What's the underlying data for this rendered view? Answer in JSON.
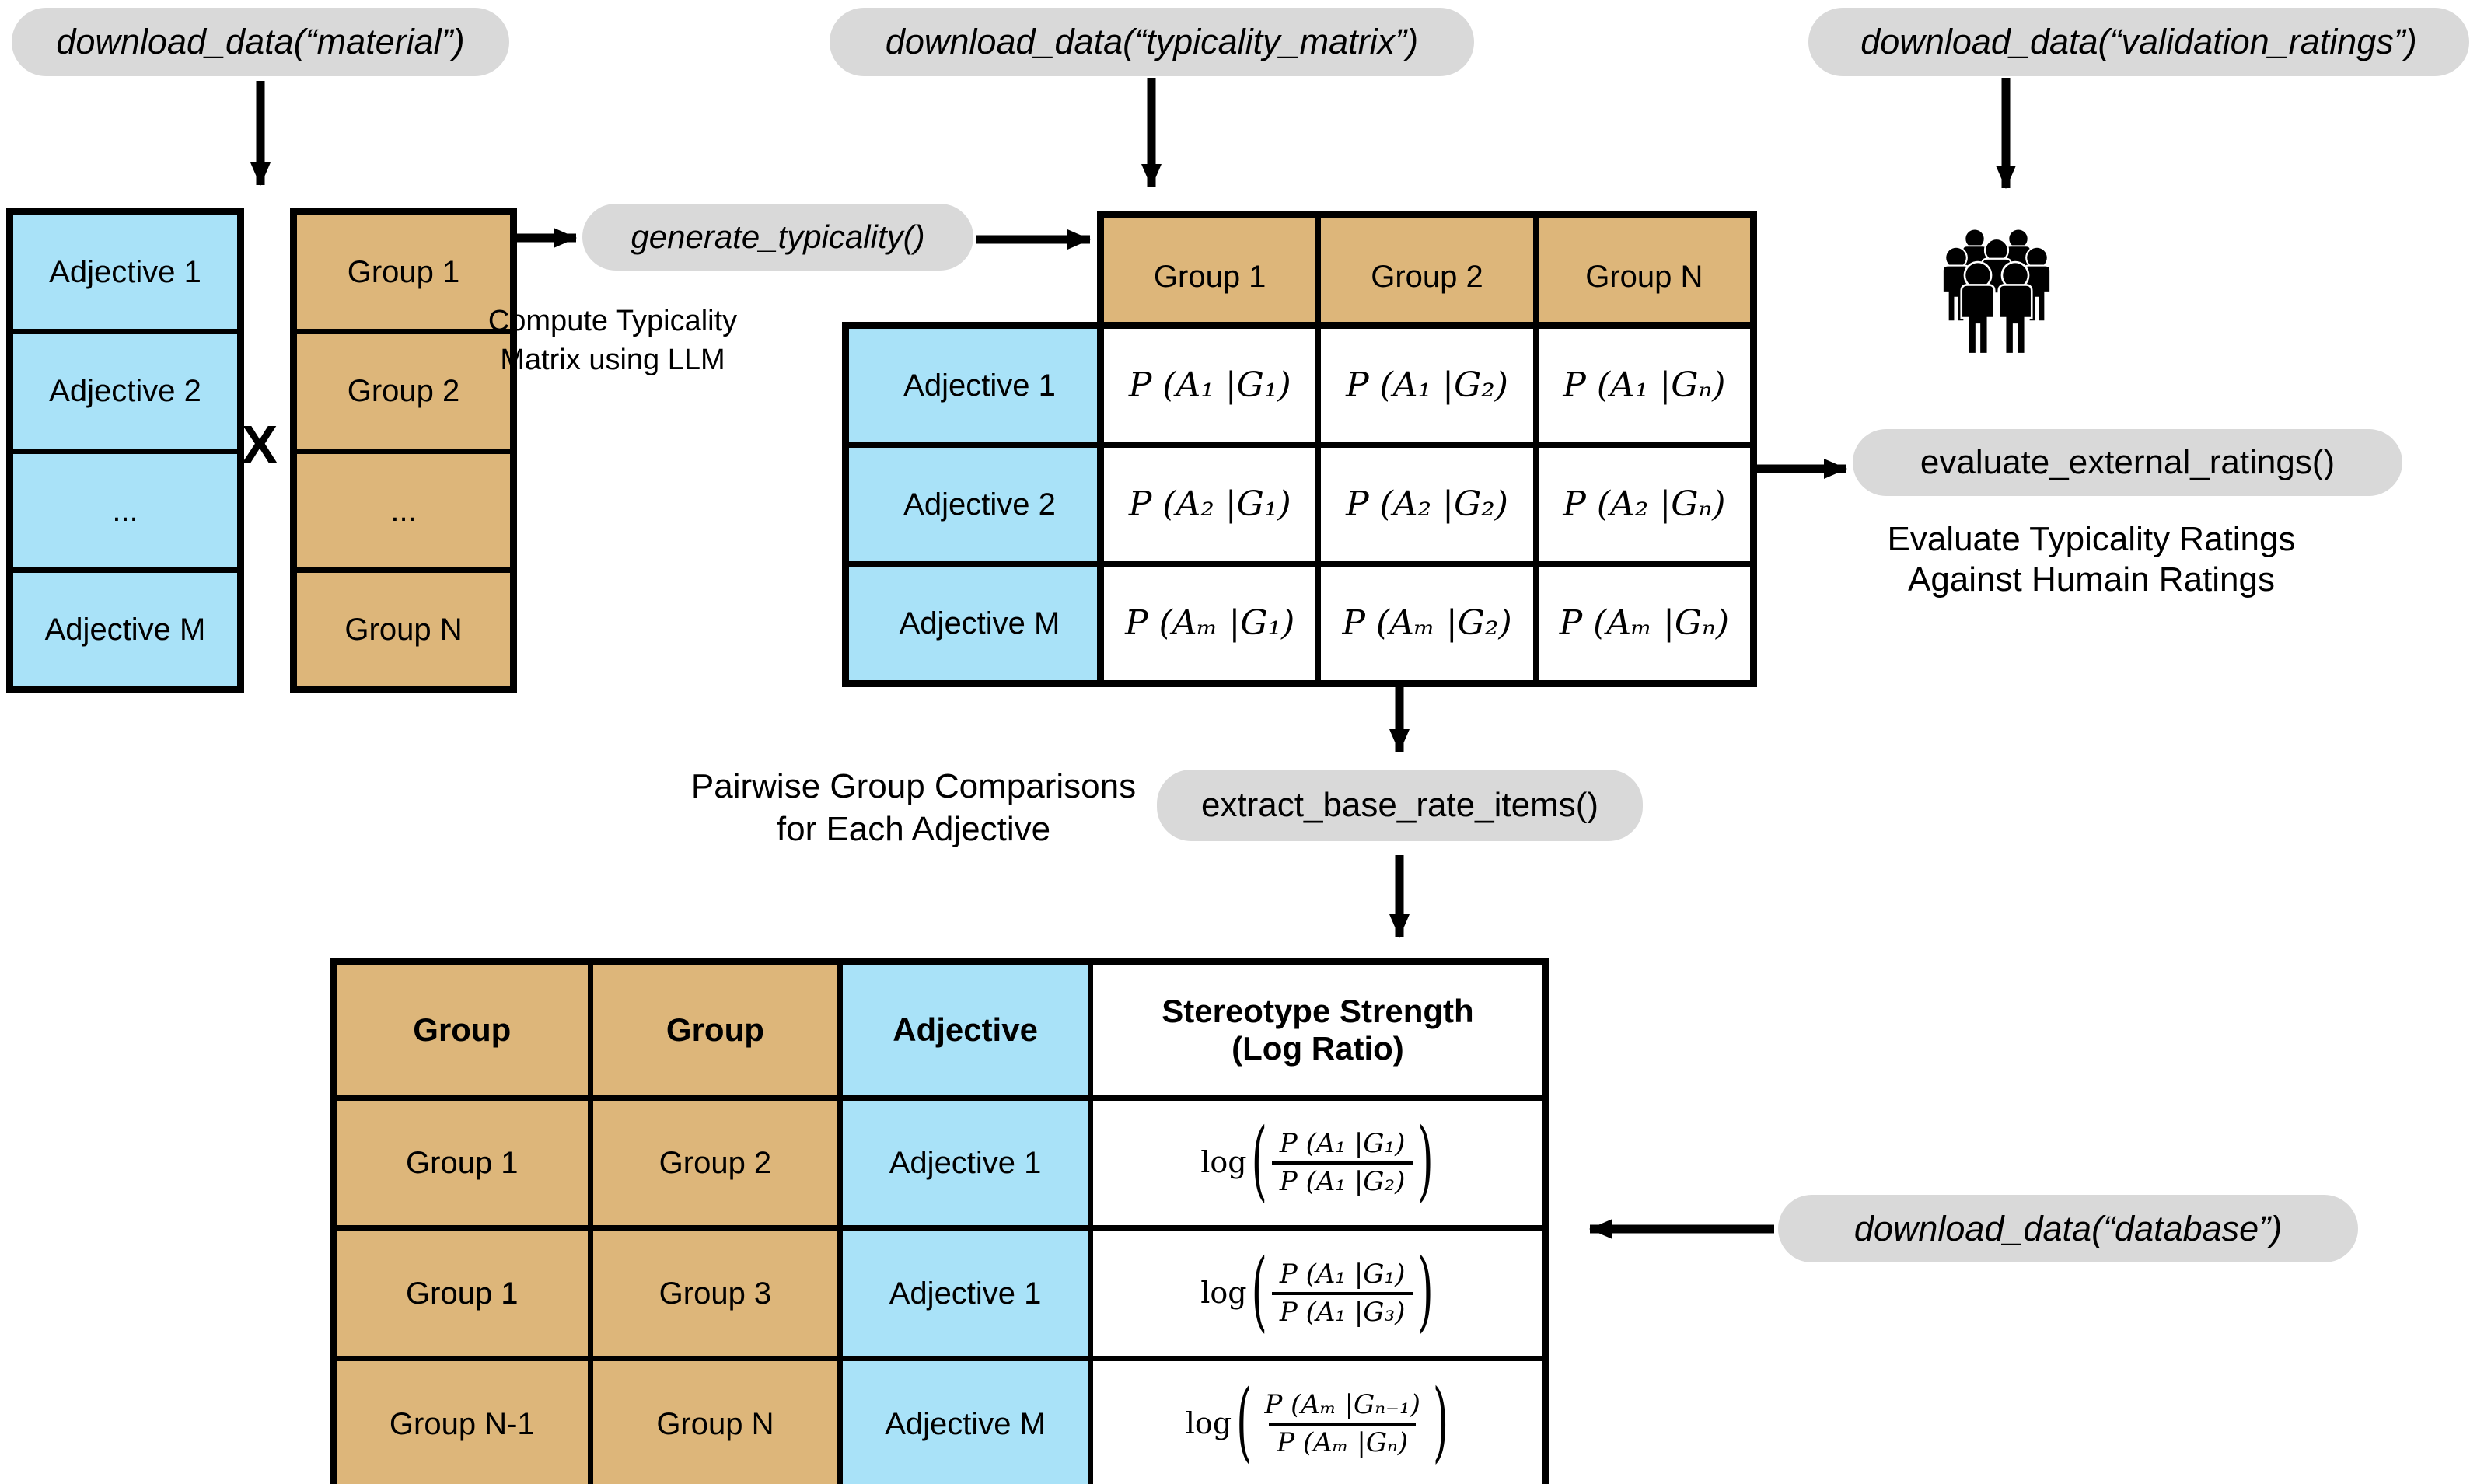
{
  "colors": {
    "tan": "#DDB67A",
    "blue": "#A9E2F8",
    "pill": "#D9D9D9",
    "ink": "#000000"
  },
  "pills": {
    "download_material": {
      "label": "download_data(“material”)"
    },
    "download_typicality_matrix": {
      "label": "download_data(“typicality_matrix”)"
    },
    "download_validation_ratings": {
      "label": "download_data(“validation_ratings”)"
    },
    "generate_typicality": {
      "label": "generate_typicality()"
    },
    "evaluate_external_ratings": {
      "label": "evaluate_external_ratings()"
    },
    "extract_base_rate_items": {
      "label": "extract_base_rate_items()"
    },
    "download_database": {
      "label": "download_data(“database”)"
    }
  },
  "annotations": {
    "compute": {
      "line1": "Compute Typicality",
      "line2": "Matrix using LLM"
    },
    "pairwise": {
      "line1": "Pairwise Group Comparisons",
      "line2": "for Each Adjective"
    },
    "evaluate": {
      "line1": "Evaluate Typicality Ratings",
      "line2": "Against Humain Ratings"
    },
    "cross_symbol": "X",
    "paren_open": "(",
    "paren_close": ")"
  },
  "adjective_list": {
    "rows": [
      "Adjective 1",
      "Adjective 2",
      "...",
      "Adjective M"
    ]
  },
  "group_list": {
    "rows": [
      "Group 1",
      "Group 2",
      "...",
      "Group N"
    ]
  },
  "typicality_matrix": {
    "col_headers": [
      "Group 1",
      "Group 2",
      "Group N"
    ],
    "row_headers": [
      "Adjective 1",
      "Adjective 2",
      "Adjective M"
    ],
    "cells": [
      [
        "P (A₁ |G₁)",
        "P (A₁ |G₂)",
        "P (A₁ |Gₙ)"
      ],
      [
        "P (A₂ |G₁)",
        "P (A₂ |G₂)",
        "P (A₂ |Gₙ)"
      ],
      [
        "P (Aₘ |G₁)",
        "P (Aₘ |G₂)",
        "P (Aₘ |Gₙ)"
      ]
    ]
  },
  "base_rate_table": {
    "log_label": "log",
    "headers": {
      "col1": "Group",
      "col2": "Group",
      "col3": "Adjective",
      "col4_line1": "Stereotype Strength",
      "col4_line2": "(Log Ratio)"
    },
    "rows": [
      {
        "g1": "Group 1",
        "g2": "Group 2",
        "adj": "Adjective 1",
        "log_num": "P (A₁ |G₁)",
        "log_den": "P (A₁ |G₂)"
      },
      {
        "g1": "Group 1",
        "g2": "Group 3",
        "adj": "Adjective 1",
        "log_num": "P (A₁ |G₁)",
        "log_den": "P (A₁ |G₃)"
      },
      {
        "g1": "Group N-1",
        "g2": "Group N",
        "adj": "Adjective M",
        "log_num": "P (Aₘ |Gₙ₋₁)",
        "log_den": "P (Aₘ |Gₙ)"
      }
    ]
  }
}
